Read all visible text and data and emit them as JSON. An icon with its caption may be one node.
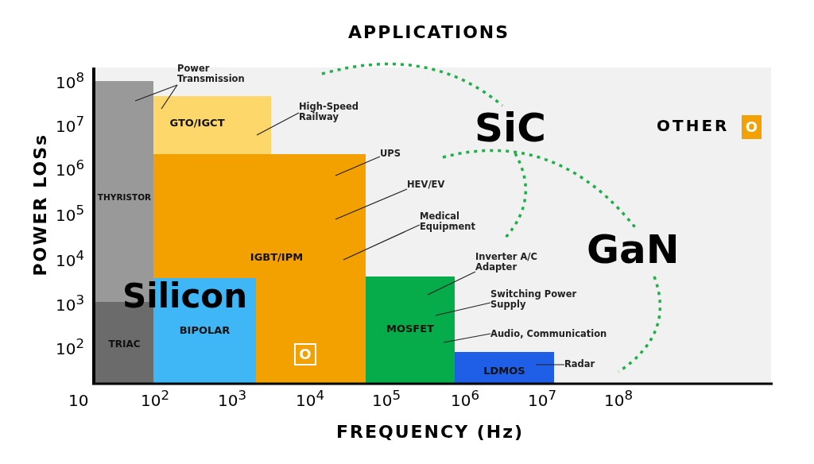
{
  "diagram": {
    "title": "APPLICATIONS",
    "nodes": [
      {
        "text": [
          "THYRISTOR"
        ]
      },
      {
        "text": [
          "TRIAC"
        ],
        "in": 0
      },
      {
        "text": [
          "GTO/IGCT"
        ]
      },
      {
        "text": [
          "IGBT/IPM"
        ]
      },
      {
        "text": [
          "BIPOLAR"
        ],
        "in": 3
      },
      {
        "text": [
          "MOSFET"
        ]
      },
      {
        "text": [
          "LDMOS"
        ]
      },
      {
        "text": [
          "Power Transmission"
        ]
      },
      {
        "text": [
          "High-Speed Railway"
        ]
      },
      {
        "text": [
          "UPS"
        ]
      },
      {
        "text": [
          "HEV/EV"
        ]
      },
      {
        "text": [
          "Medical Equipment"
        ]
      },
      {
        "text": [
          "Inverter A/C Adapter"
        ]
      },
      {
        "text": [
          "Switching Power Supply"
        ]
      },
      {
        "text": [
          "Audio, Communication"
        ]
      },
      {
        "text": [
          "Radar"
        ]
      }
    ],
    "edges": [
      {
        "from": 7,
        "to": 0,
        "arrow": "none"
      },
      {
        "from": 7,
        "to": 2,
        "arrow": "none"
      },
      {
        "from": 8,
        "to": 2,
        "arrow": "none"
      },
      {
        "from": 9,
        "to": 3,
        "arrow": "none"
      },
      {
        "from": 10,
        "to": 3,
        "arrow": "none"
      },
      {
        "from": 11,
        "to": 3,
        "arrow": "none"
      },
      {
        "from": 12,
        "to": 5,
        "arrow": "none"
      },
      {
        "from": 13,
        "to": 5,
        "arrow": "none"
      },
      {
        "from": 14,
        "to": 5,
        "arrow": "none"
      },
      {
        "from": 15,
        "to": 6,
        "arrow": "none"
      }
    ],
    "labels": [
      "10$^{8}$",
      "10$^{7}$",
      "10$^{6}$",
      "SiC",
      "O",
      "10$^{5}$",
      "10$^{4}$",
      "GaN",
      "Silicon",
      "10$^{3}$",
      "10$^{2}$",
      "O",
      "10",
      "10$^{2}$",
      "10$^{3}$",
      "10$^{4}$",
      "10$^{5}$",
      "10$^{6}$",
      "10$^{7}$",
      "10$^{8}$",
      "FREQUENCY (Hz)",
      "POWER LOSs"
    ],
    "legend": [
      {
        "text": "OTHER",
        "color": "#f2a100"
      }
    ]
  }
}
